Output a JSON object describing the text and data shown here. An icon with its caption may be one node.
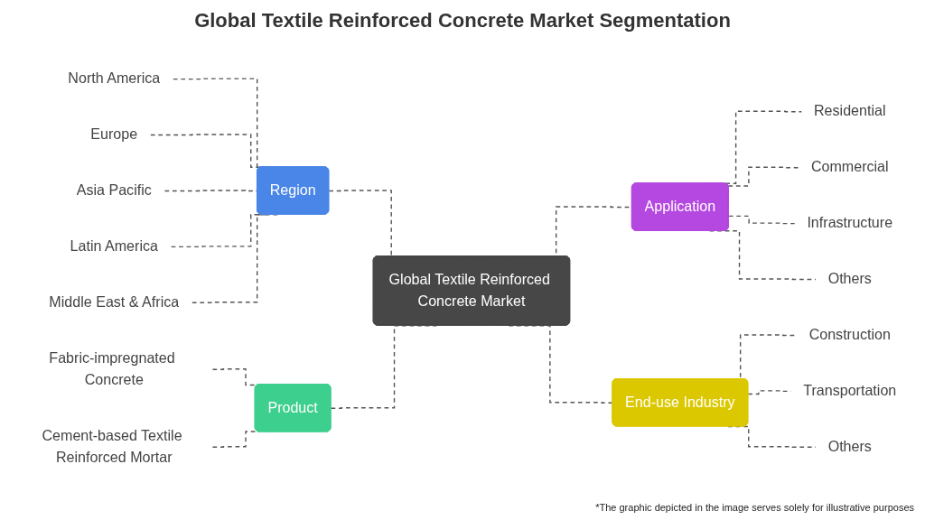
{
  "diagram": {
    "title": "Global Textile Reinforced Concrete Market Segmentation",
    "caption": "*The graphic depicted in the image serves solely for illustrative purposes",
    "nodes": [
      {
        "text": [
          "Global Textile Reinforced Concrete Market"
        ]
      },
      {
        "text": [
          "Region"
        ]
      },
      {
        "text": [
          "North America"
        ]
      },
      {
        "text": [
          "Europe"
        ]
      },
      {
        "text": [
          "Asia Pacific"
        ]
      },
      {
        "text": [
          "Latin America"
        ]
      },
      {
        "text": [
          "Middle East & Africa"
        ]
      },
      {
        "text": [
          "Product"
        ]
      },
      {
        "text": [
          "Fabric-impregnated Concrete"
        ]
      },
      {
        "text": [
          "Cement-based Textile Reinforced Mortar"
        ]
      },
      {
        "text": [
          "Application"
        ]
      },
      {
        "text": [
          "Residential"
        ]
      },
      {
        "text": [
          "Commercial"
        ]
      },
      {
        "text": [
          "Infrastructure"
        ]
      },
      {
        "text": [
          "Others"
        ]
      },
      {
        "text": [
          "End-use Industry"
        ]
      },
      {
        "text": [
          "Construction"
        ]
      },
      {
        "text": [
          "Transportation"
        ]
      },
      {
        "text": [
          "Others"
        ]
      }
    ],
    "edges": [
      {
        "from": 0,
        "to": 1,
        "arrow": "none",
        "style": "dashed"
      },
      {
        "from": 1,
        "to": 2,
        "arrow": "none",
        "style": "dashed"
      },
      {
        "from": 1,
        "to": 3,
        "arrow": "none",
        "style": "dashed"
      },
      {
        "from": 1,
        "to": 4,
        "arrow": "none",
        "style": "dashed"
      },
      {
        "from": 1,
        "to": 5,
        "arrow": "none",
        "style": "dashed"
      },
      {
        "from": 1,
        "to": 6,
        "arrow": "none",
        "style": "dashed"
      },
      {
        "from": 0,
        "to": 7,
        "arrow": "none",
        "style": "dashed"
      },
      {
        "from": 7,
        "to": 8,
        "arrow": "none",
        "style": "dashed"
      },
      {
        "from": 7,
        "to": 9,
        "arrow": "none",
        "style": "dashed"
      },
      {
        "from": 0,
        "to": 10,
        "arrow": "none",
        "style": "dashed"
      },
      {
        "from": 10,
        "to": 11,
        "arrow": "none",
        "style": "dashed"
      },
      {
        "from": 10,
        "to": 12,
        "arrow": "none",
        "style": "dashed"
      },
      {
        "from": 10,
        "to": 13,
        "arrow": "none",
        "style": "dashed"
      },
      {
        "from": 10,
        "to": 14,
        "arrow": "none",
        "style": "dashed"
      },
      {
        "from": 0,
        "to": 15,
        "arrow": "none",
        "style": "dashed"
      },
      {
        "from": 15,
        "to": 16,
        "arrow": "none",
        "style": "dashed"
      },
      {
        "from": 15,
        "to": 17,
        "arrow": "none",
        "style": "dashed"
      },
      {
        "from": 15,
        "to": 18,
        "arrow": "none",
        "style": "dashed"
      }
    ]
  }
}
